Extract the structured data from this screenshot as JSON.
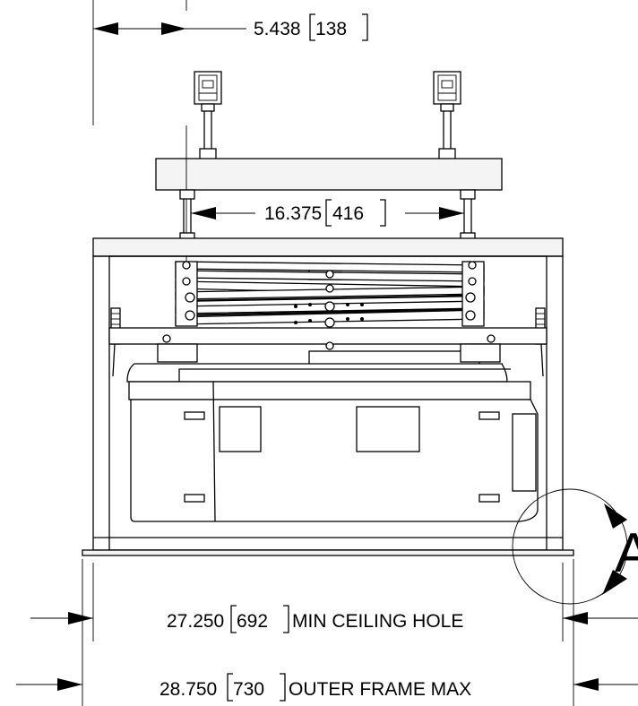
{
  "drawing": {
    "dim_top": {
      "value": "5.438",
      "metric": "138"
    },
    "dim_rod": {
      "value": "16.375",
      "metric": "416"
    },
    "dim_hole": {
      "value": "27.250",
      "metric": "692",
      "label": "MIN CEILING HOLE"
    },
    "dim_frame": {
      "value": "28.750",
      "metric": "730",
      "label": "OUTER FRAME MAX"
    },
    "detail_callout": "A"
  }
}
